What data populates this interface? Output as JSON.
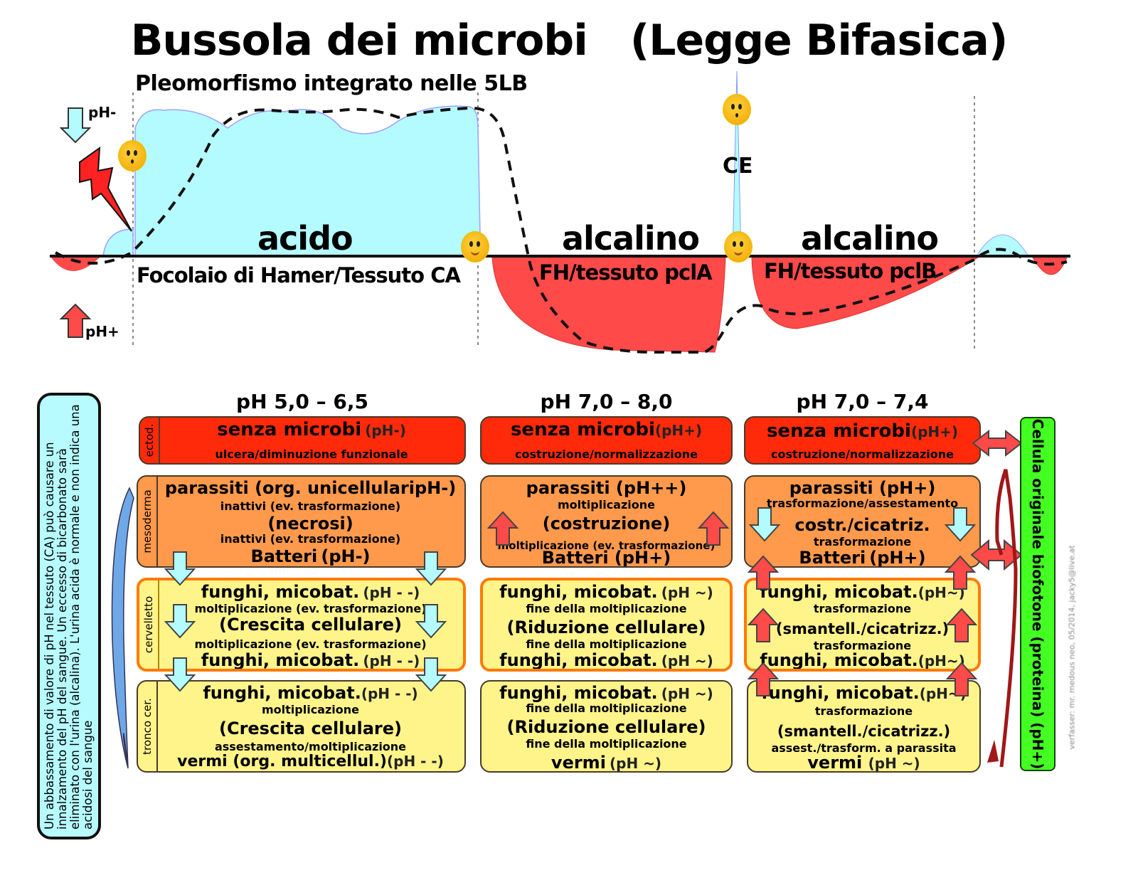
{
  "title": {
    "main": "Bussola dei microbi",
    "paren": "(Legge Bifasica)",
    "subtitle": "Pleomorfismo integrato nelle 5LB"
  },
  "curve": {
    "ph_minus_label": "pH-",
    "ph_plus_label": "pH+",
    "ce_label": "CE",
    "phases": [
      {
        "label": "acido",
        "tissue": "Focolaio di Hamer/Tessuto CA",
        "color": "#b4fbff"
      },
      {
        "label": "alcalino",
        "tissue": "FH/tessuto pclA",
        "color": "#ff4a4a"
      },
      {
        "label": "alcalino",
        "tissue": "FH/tessuto pclB",
        "color": "#ff4a4a"
      }
    ],
    "icons": [
      "lightning-icon",
      "worried-smiley-icon",
      "happy-smiley-icon",
      "down-arrow-icon",
      "up-arrow-icon"
    ]
  },
  "note": "Un abbassamento di valore di pH nel tessuto (CA) può causare un innalzamento del pH del sangue. Un eccesso di bicarbonato sarà eliminato con l'urina (alcalina). L'urina acida è normale e non indica una acidosi del sangue",
  "layers": [
    "ectod.",
    "mesoderma",
    "cervelletto",
    "tronco cer."
  ],
  "columns": [
    {
      "range": "pH 5,0 – 6,5",
      "ectoderm": {
        "main": "senza microbi",
        "ph": "(pH-)",
        "sub": "ulcera/diminuzione funzionale"
      },
      "mesoderm": {
        "l1": "parassiti  (org. unicellulari",
        "l1ph": "pH-)",
        "l2": "inattivi (ev. trasformazione)",
        "mid": "(necrosi)",
        "l3": "inattivi (ev. trasformazione)",
        "l4": "Batteri",
        "l4ph": "(pH-)"
      },
      "cerebellum": {
        "l1": "funghi, micobat.",
        "l1ph": "(pH - -)",
        "l2": "moltiplicazione (ev. trasformazione)",
        "mid": "(Crescita cellulare)",
        "l3": "moltiplicazione (ev. trasformazione)",
        "l4": "funghi, micobat.",
        "l4ph": "(pH - -)"
      },
      "brainstem": {
        "l1": "funghi, micobat.",
        "l1ph": "(pH - -)",
        "l2": "moltiplicazione",
        "mid": "(Crescita cellulare)",
        "l3": "assestamento/moltiplicazione",
        "l4": "vermi (org. multicellul.)",
        "l4ph": "(pH - -)"
      }
    },
    {
      "range": "pH 7,0 – 8,0",
      "ectoderm": {
        "main": "senza microbi",
        "ph": "(pH+)",
        "sub": "costruzione/normalizzazione"
      },
      "mesoderm": {
        "l1": "parassiti ",
        "l1ph": "(pH++)",
        "l2": "moltiplicazione",
        "mid": "(costruzione)",
        "l3": "moltiplicazione (ev. trasformazione)",
        "l4": "Batteri ",
        "l4ph": "(pH+)"
      },
      "cerebellum": {
        "l1": "funghi, micobat.",
        "l1ph": "(pH ~)",
        "l2": "fine della moltiplicazione",
        "mid": "(Riduzione cellulare)",
        "l3": "fine della moltiplicazione",
        "l4": "funghi, micobat.",
        "l4ph": "(pH ~)"
      },
      "brainstem": {
        "l1": "funghi, micobat.",
        "l1ph": "(pH ~)",
        "l2": "fine della moltiplicazione",
        "mid": "(Riduzione cellulare)",
        "l3": "fine della moltiplicazione",
        "l4": "vermi",
        "l4ph": "(pH ~)"
      }
    },
    {
      "range": "pH 7,0 – 7,4",
      "ectoderm": {
        "main": "senza microbi",
        "ph": "(pH+)",
        "sub": "costruzione/normalizzazione"
      },
      "mesoderm": {
        "l1": "parassiti ",
        "l1ph": "(pH+)",
        "l2": "trasformazione/assestamento",
        "mid": "costr./cicatriz.",
        "l3": "trasformazione",
        "l4": "Batteri",
        "l4ph": "(pH+)"
      },
      "cerebellum": {
        "l1": "funghi, micobat.",
        "l1ph": "(pH~)",
        "l2": "trasformazione",
        "mid": "(smantell./cicatrizz.)",
        "l3": "trasformazione",
        "l4": "funghi, micobat.",
        "l4ph": "(pH~)"
      },
      "brainstem": {
        "l1": "funghi, micobat.",
        "l1ph": "(pH~)",
        "l2": "trasformazione",
        "mid": "(smantell./cicatrizz.)",
        "l3": "assest./trasform. a parassita",
        "l4": "vermi ",
        "l4ph": "(pH ~)"
      }
    }
  ],
  "cell_bar": "Cellula originale biofotone (proteina) (pH+)",
  "credit": "verfasser: mr. medous neo, 05/2014, jacky5@live.at",
  "colors": {
    "acid_fill": "#b4fbff",
    "alkaline_fill": "#ff4a4a",
    "ectoderm": "#ff2a0a",
    "mesoderm": "#ff9a4c",
    "brain": "#fff48a",
    "cell_bar": "#44ff22"
  }
}
